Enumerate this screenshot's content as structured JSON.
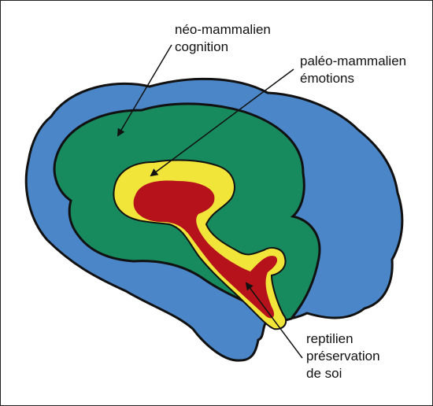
{
  "labels": {
    "neo": {
      "line1": "néo-mammalien",
      "line2": "cognition"
    },
    "paleo": {
      "line1": "paléo-mammalien",
      "line2": "émotions"
    },
    "reptilien": {
      "line1": "reptilien",
      "line2": "préservation",
      "line3": "de soi"
    }
  },
  "colors": {
    "outer_blue": "#4a86c8",
    "neo_green": "#178a5e",
    "paleo_yellow": "#f2e53a",
    "reptilian_red": "#b5121b",
    "outline": "#111111"
  }
}
